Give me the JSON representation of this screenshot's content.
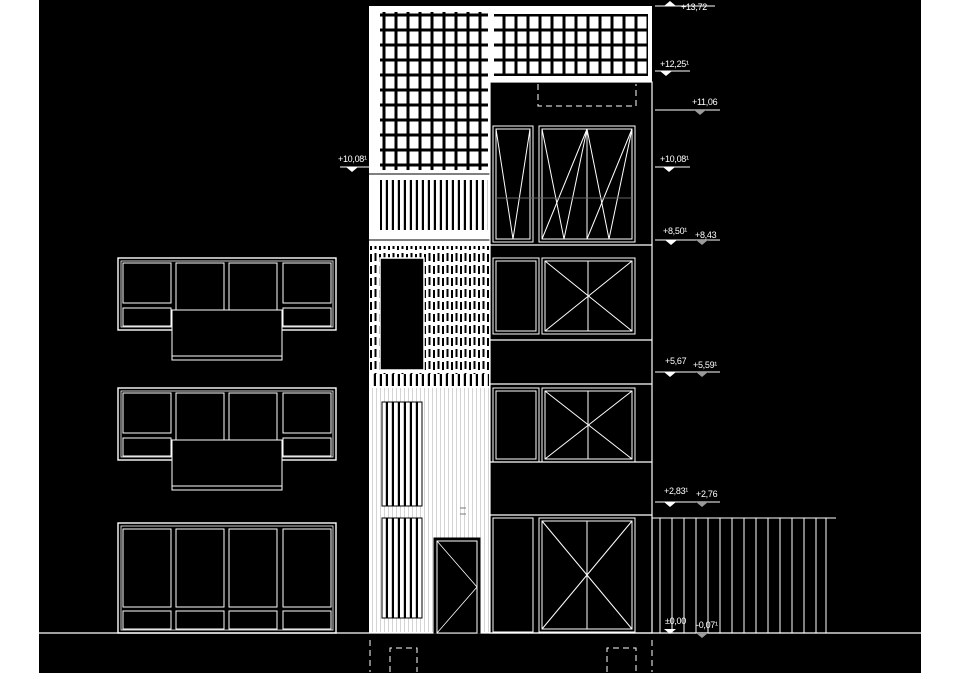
{
  "drawing": {
    "type": "building elevation (CAD, dark background)",
    "background": "#000000",
    "line_color": "#ffffff",
    "level_marker_color_light": "#ffffff",
    "level_marker_color_dark": "#9a9a9a",
    "levels_right": [
      "+13,72",
      "+12,25¹",
      "+11,06",
      "+10,08¹",
      "+8,50¹",
      "+8,43",
      "+5,67",
      "+5,59¹",
      "+2,83¹",
      "+2,76",
      "±0,00",
      "-0,07¹"
    ],
    "levels_left": [
      "+10,08¹"
    ]
  }
}
